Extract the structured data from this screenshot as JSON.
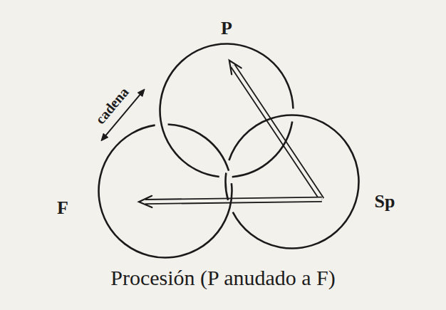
{
  "diagram": {
    "caption": "Procesión (P anudado a F)",
    "nodes": [
      {
        "text": [
          "P"
        ]
      },
      {
        "text": [
          "F"
        ]
      },
      {
        "text": [
          "Sp"
        ]
      }
    ],
    "edges": [
      {
        "from": 1,
        "to": 0,
        "arrow": "both",
        "label": "cadena"
      },
      {
        "from": 2,
        "to": 0,
        "arrow": "to"
      },
      {
        "from": 2,
        "to": 1,
        "arrow": "to"
      }
    ]
  }
}
